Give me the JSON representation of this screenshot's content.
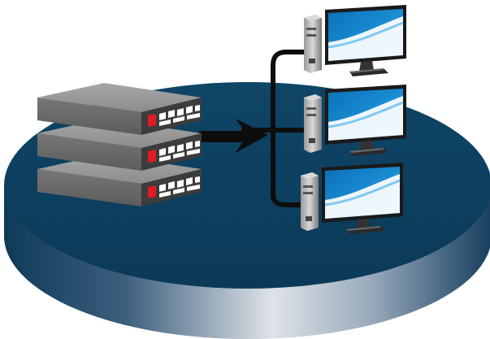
{
  "diagram": {
    "servers": [
      {
        "status_light": "red"
      },
      {
        "status_light": "red"
      },
      {
        "status_light": "red"
      }
    ],
    "clients": [
      {
        "icon": "desktop-computer-icon"
      },
      {
        "icon": "desktop-computer-icon"
      },
      {
        "icon": "desktop-computer-icon"
      }
    ],
    "colors": {
      "platform_top": "#0d3f5e",
      "platform_edge_dark": "#0b3350",
      "platform_edge_light": "#d7dce2",
      "server_body": "#8a8a8a",
      "server_front": "#3d3d3d",
      "status_light": "#e11b22",
      "connector": "#111111",
      "screen_blue": "#1a8fd6"
    }
  }
}
